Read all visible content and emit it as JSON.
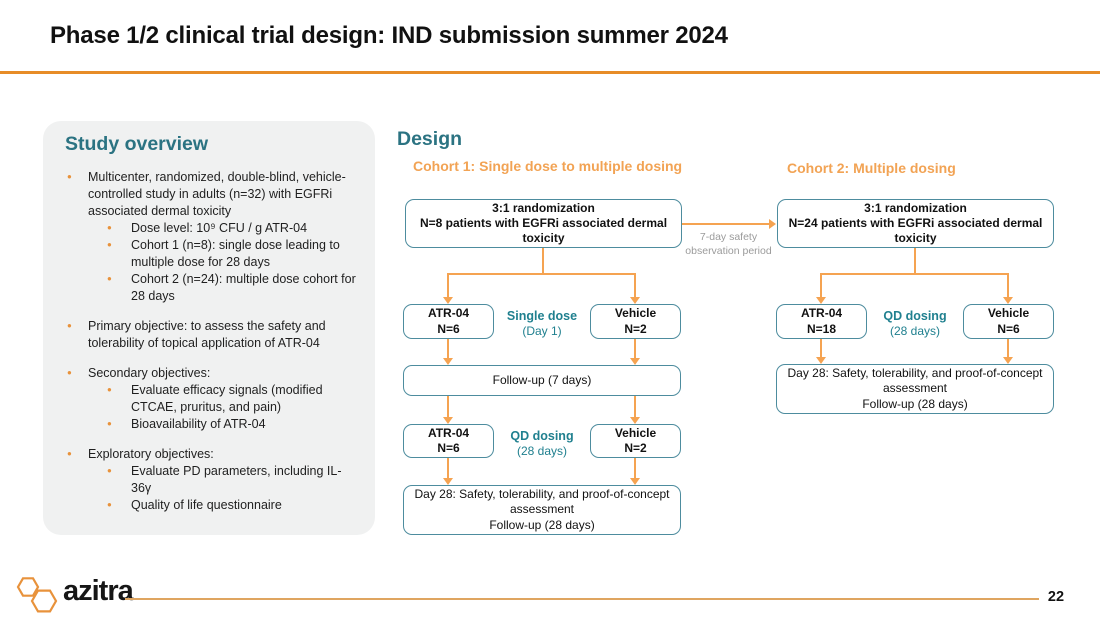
{
  "header": {
    "title": "Phase 1/2 clinical trial design: IND submission summer 2024"
  },
  "colors": {
    "accent_orange": "#E78C28",
    "header_orange": "#F2A354",
    "arrow_orange": "#F5A351",
    "teal_heading": "#2B7382",
    "teal_label": "#20808F",
    "box_border": "#4D8C9E",
    "panel_gray": "#F0F1F1",
    "note_gray": "#9B9B9B"
  },
  "overview": {
    "heading": "Study overview",
    "b1": "Multicenter, randomized, double-blind, vehicle-controlled study in adults (n=32) with EGFRi associated dermal toxicity",
    "b1_sub1": "Dose level: 10⁹ CFU / g  ATR-04",
    "b1_sub2": "Cohort 1 (n=8): single dose leading to multiple dose for 28 days",
    "b1_sub3": "Cohort 2 (n=24): multiple dose cohort for 28 days",
    "b2": "Primary objective: to assess the safety and tolerability of topical application of ATR-04",
    "b3": "Secondary objectives:",
    "b3_sub1": "Evaluate efficacy signals (modified CTCAE, pruritus, and pain)",
    "b3_sub2": "Bioavailability of ATR-04",
    "b4": "Exploratory objectives:",
    "b4_sub1": "Evaluate PD parameters, including IL-36γ",
    "b4_sub2": "Quality of life questionnaire"
  },
  "design": {
    "heading": "Design",
    "cohort1": {
      "header": "Cohort 1: Single dose to multiple dosing",
      "randomization": "3:1 randomization",
      "randomization_n": "N=8 patients with EGFRi associated dermal toxicity",
      "arm1_name": "ATR-04",
      "arm1_n": "N=6",
      "arm2_name": "Vehicle",
      "arm2_n": "N=2",
      "dose1_label": "Single dose",
      "dose1_sub": "(Day 1)",
      "followup": "Follow-up (7 days)",
      "arm3_name": "ATR-04",
      "arm3_n": "N=6",
      "arm4_name": "Vehicle",
      "arm4_n": "N=2",
      "dose2_label": "QD dosing",
      "dose2_sub": "(28 days)",
      "day28": "Day 28: Safety, tolerability, and proof-of-concept assessment",
      "day28_followup": "Follow-up (28 days)"
    },
    "transition": {
      "line1": "7-day safety",
      "line2": "observation period"
    },
    "cohort2": {
      "header": "Cohort 2: Multiple dosing",
      "randomization": "3:1 randomization",
      "randomization_n": "N=24 patients with EGFRi associated dermal toxicity",
      "arm1_name": "ATR-04",
      "arm1_n": "N=18",
      "arm2_name": "Vehicle",
      "arm2_n": "N=6",
      "dose_label": "QD dosing",
      "dose_sub": "(28 days)",
      "day28": "Day 28: Safety, tolerability, and proof-of-concept assessment",
      "day28_followup": "Follow-up (28 days)"
    }
  },
  "footer": {
    "logo_text": "azitra",
    "page_number": "22"
  }
}
